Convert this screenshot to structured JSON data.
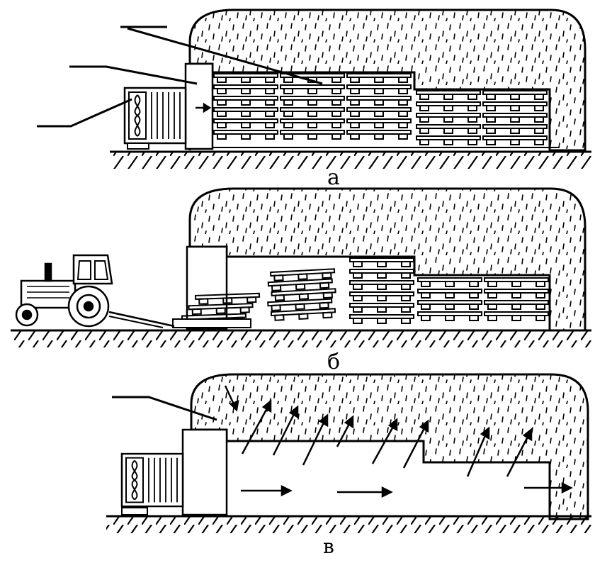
{
  "panels": [
    {
      "id": "a",
      "label": "а"
    },
    {
      "id": "b",
      "label": "б"
    },
    {
      "id": "v",
      "label": "в"
    }
  ],
  "colors": {
    "ink": "#000000",
    "paper": "#ffffff"
  },
  "icons": [
    "fan-icon",
    "tractor-icon",
    "air-flow-arrow-icon"
  ]
}
